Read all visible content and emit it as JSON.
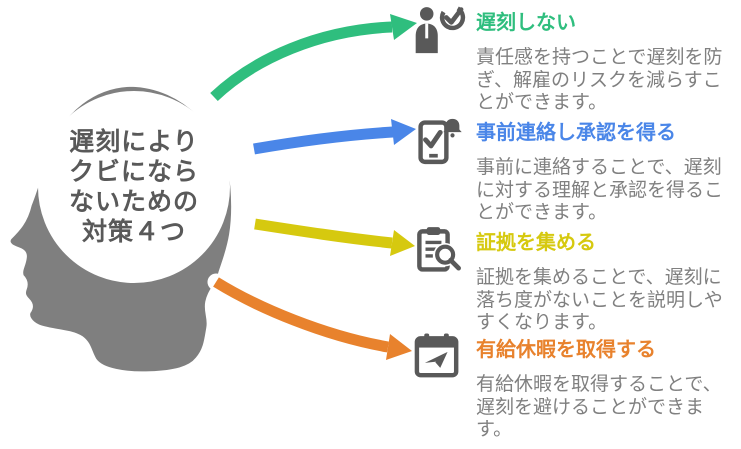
{
  "colors": {
    "head_gray": "#7f7f7f",
    "dark_gray": "#595959",
    "desc_text": "#808080",
    "green": "#2fbe7e",
    "blue": "#4a86e8",
    "yellow": "#d6c90f",
    "orange": "#e8822d",
    "outline_white": "#ffffff"
  },
  "head": {
    "lines": [
      "遅刻により",
      "クビになら",
      "ないための",
      "対策４つ"
    ]
  },
  "items": [
    {
      "icon": "person-check-icon",
      "title": "遅刻しない",
      "description_lines": [
        "責任感を持つことで遅刻を防",
        "ぎ、解雇のリスクを減らすこ",
        "とができます。"
      ]
    },
    {
      "icon": "phone-bell-check-icon",
      "title": "事前連絡し承認を得る",
      "description_lines": [
        "事前に連絡することで、遅刻",
        "に対する理解と承認を得るこ",
        "とができます。"
      ]
    },
    {
      "icon": "clipboard-search-icon",
      "title": "証拠を集める",
      "description_lines": [
        "証拠を集めることで、遅刻に",
        "落ち度がないことを説明しや",
        "すくなります。"
      ]
    },
    {
      "icon": "calendar-plane-icon",
      "title": "有給休暇を取得する",
      "description_lines": [
        "有給休暇を取得することで、",
        "遅刻を避けることができま",
        "す。"
      ]
    }
  ]
}
